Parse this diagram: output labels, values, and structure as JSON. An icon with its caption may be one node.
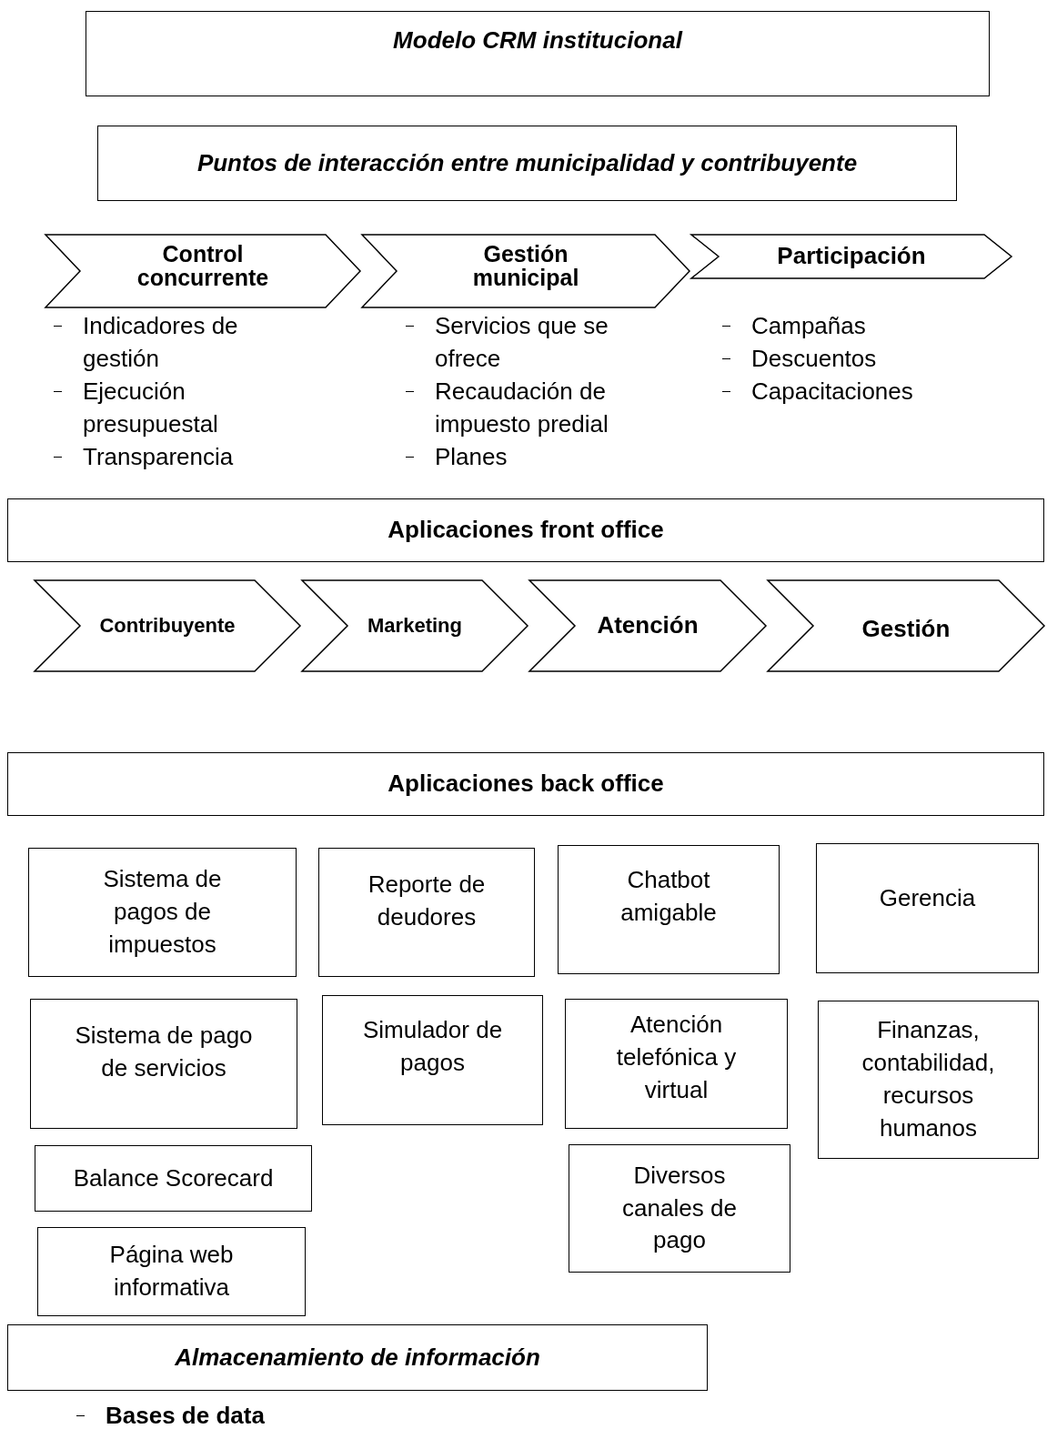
{
  "diagram": {
    "nodes": [
      {
        "text": [
          "Modelo CRM institucional"
        ]
      },
      {
        "text": [
          "Puntos de interacción entre municipalidad y contribuyente"
        ]
      },
      {
        "text": [
          "Control concurrente"
        ],
        "beside": [
          "Indicadores de gestión",
          "Ejecución presupuestal",
          "Transparencia"
        ]
      },
      {
        "text": [
          "Gestión municipal"
        ],
        "beside": [
          "Servicios que se ofrece",
          "Recaudación de impuesto predial",
          "Planes"
        ]
      },
      {
        "text": [
          "Participación"
        ],
        "beside": [
          "Campañas",
          "Descuentos",
          "Capacitaciones"
        ]
      },
      {
        "text": [
          "Aplicaciones front office"
        ]
      },
      {
        "text": [
          "Contribuyente"
        ]
      },
      {
        "text": [
          "Marketing"
        ]
      },
      {
        "text": [
          "Atención"
        ]
      },
      {
        "text": [
          "Gestión"
        ]
      },
      {
        "text": [
          "Aplicaciones back office"
        ]
      },
      {
        "text": [
          "Sistema de pagos de impuestos"
        ]
      },
      {
        "text": [
          "Reporte de deudores"
        ]
      },
      {
        "text": [
          "Chatbot amigable"
        ]
      },
      {
        "text": [
          "Gerencia"
        ]
      },
      {
        "text": [
          "Sistema de pago de servicios"
        ]
      },
      {
        "text": [
          "Simulador de pagos"
        ]
      },
      {
        "text": [
          "Atención telefónica y virtual"
        ]
      },
      {
        "text": [
          "Finanzas, contabilidad, recursos humanos"
        ]
      },
      {
        "text": [
          "Balance Scorecard"
        ]
      },
      {
        "text": [
          "Diversos canales de pago"
        ]
      },
      {
        "text": [
          "Página web informativa"
        ]
      },
      {
        "text": [
          "Almacenamiento de información"
        ],
        "beside": [
          "Bases de data"
        ]
      }
    ],
    "edges": []
  }
}
